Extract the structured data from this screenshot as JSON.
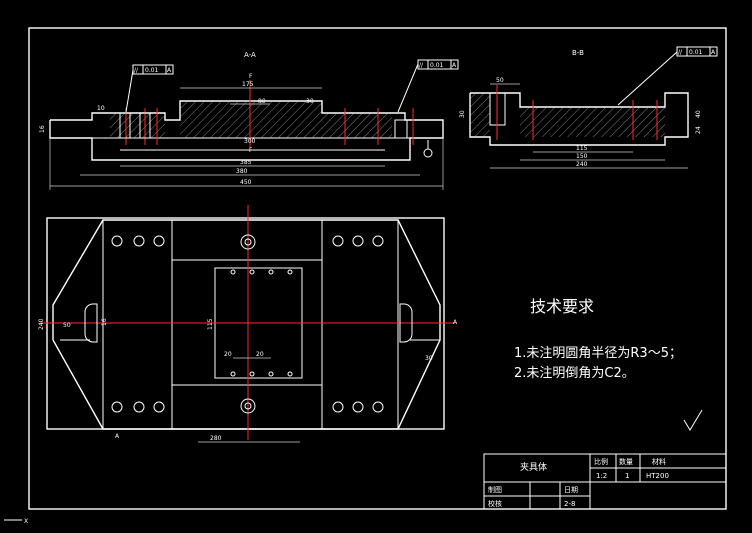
{
  "colors": {
    "background": "#000000",
    "lines": "#ffffff",
    "centerlines": "#ff2a2a"
  },
  "views": {
    "section_a": "A-A",
    "section_b": "B-B"
  },
  "dims_top": {
    "d175": "175",
    "d80": "80",
    "d30": "30",
    "d300": "300",
    "d385": "385",
    "d380": "380",
    "d450": "450",
    "d10": "10",
    "d16": "16",
    "f1": "F",
    "f2": "F"
  },
  "dims_right": {
    "d50": "50",
    "d115": "115",
    "d150": "150",
    "d240": "240",
    "d30": "30",
    "d40": "40",
    "d24": "24"
  },
  "dims_plan": {
    "d240": "240",
    "d50": "50",
    "d16": "16",
    "d115": "115",
    "d20a": "20",
    "d20b": "20",
    "d30": "30",
    "d280": "280",
    "a_left": "A",
    "a_right": "A"
  },
  "tolerance": {
    "left": {
      "sym": "//",
      "val": "0.01",
      "datum": "A"
    },
    "mid": {
      "sym": "//",
      "val": "0.01",
      "datum": "A"
    },
    "right": {
      "sym": "//",
      "val": "0.01",
      "datum": "A"
    }
  },
  "notes": {
    "title": "技术要求",
    "item1": "1.未注明圆角半径为R3～5；",
    "item2": "2.未注明倒角为C2。"
  },
  "title_block": {
    "part_name": "夹具体",
    "scale_label": "比例",
    "qty_label": "数量",
    "material_label": "材料",
    "scale": "1:2",
    "qty": "1",
    "material": "HT200",
    "drawn_label": "制图",
    "checked_label": "校核",
    "date_label": "日期",
    "sheet_no": "2-8"
  }
}
